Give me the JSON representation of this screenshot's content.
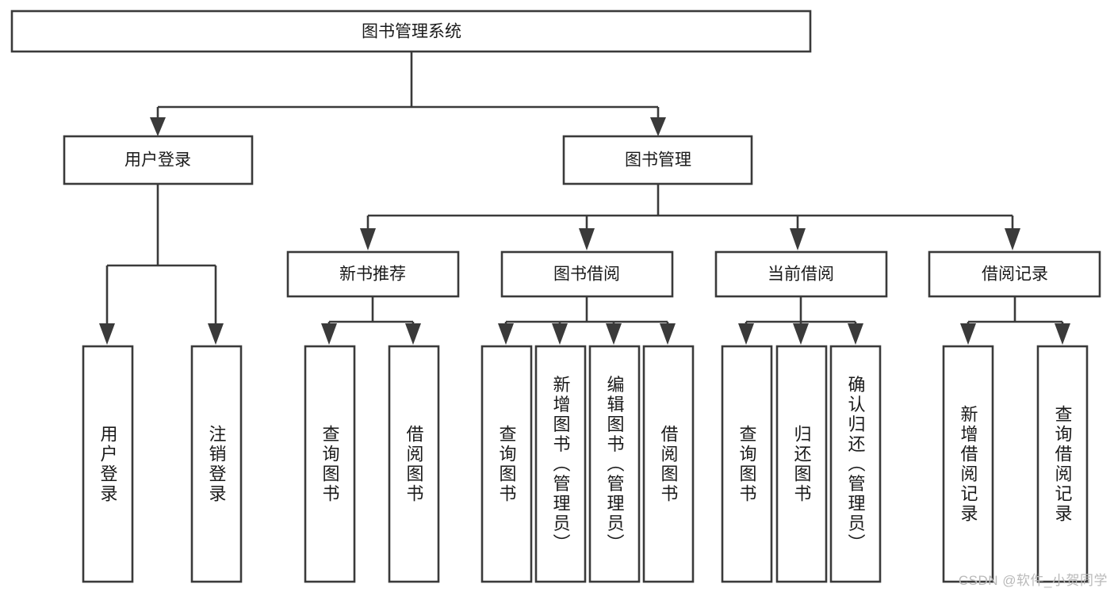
{
  "diagram": {
    "type": "hierarchy-tree",
    "title": "图书管理系统",
    "watermark": "CSDN @软件_小贺同学",
    "colors": {
      "stroke": "#3a3a3a",
      "box_fill": "#ffffff",
      "text": "#1a1a1a",
      "background": "#ffffff",
      "watermark": "#b9b9b9"
    },
    "root": {
      "label": "图书管理系统"
    },
    "level2": [
      {
        "label": "用户登录"
      },
      {
        "label": "图书管理"
      }
    ],
    "level3": [
      {
        "label": "新书推荐"
      },
      {
        "label": "图书借阅"
      },
      {
        "label": "当前借阅"
      },
      {
        "label": "借阅记录"
      }
    ],
    "leaves": {
      "user_login": [
        {
          "label": "用户登录"
        },
        {
          "label": "注销登录"
        }
      ],
      "new_book_recommend": [
        {
          "label": "查询图书"
        },
        {
          "label": "借阅图书"
        }
      ],
      "book_borrow": [
        {
          "label": "查询图书"
        },
        {
          "label": "新增图书（管理员）"
        },
        {
          "label": "编辑图书（管理员）"
        },
        {
          "label": "借阅图书"
        }
      ],
      "current_borrow": [
        {
          "label": "查询图书"
        },
        {
          "label": "归还图书"
        },
        {
          "label": "确认归还（管理员）"
        }
      ],
      "borrow_record": [
        {
          "label": "新增借阅记录"
        },
        {
          "label": "查询借阅记录"
        }
      ]
    }
  }
}
